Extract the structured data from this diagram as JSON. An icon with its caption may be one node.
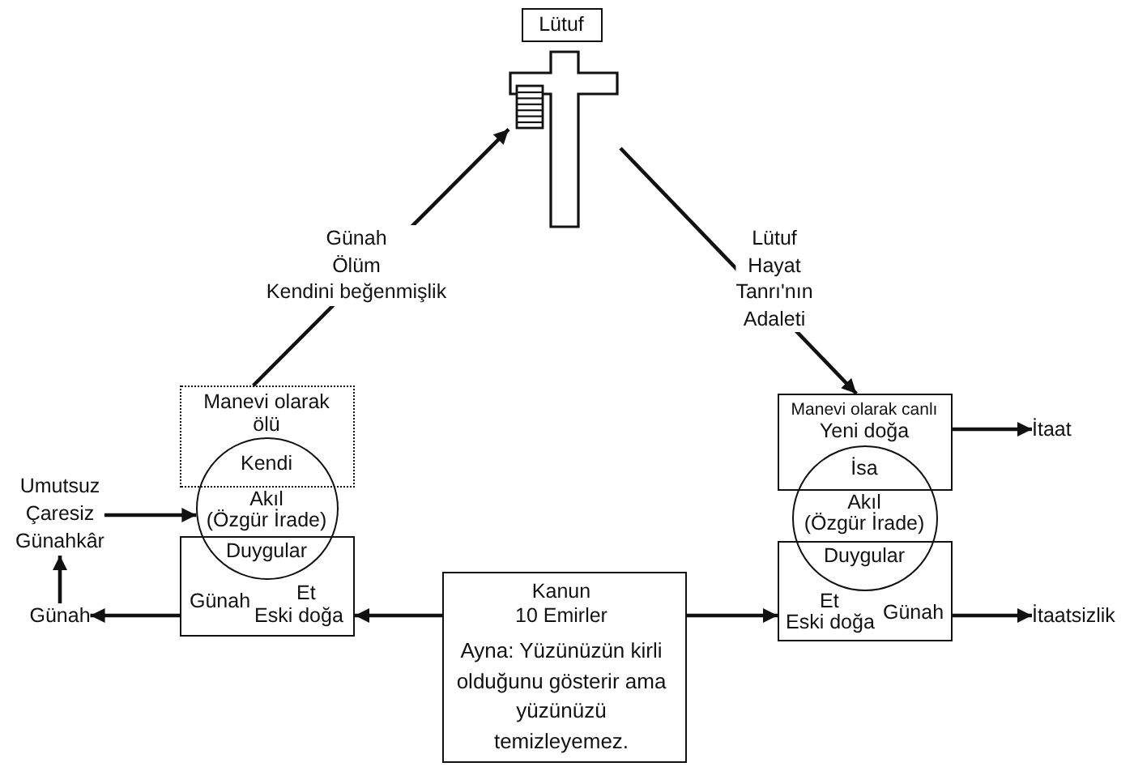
{
  "diagram": {
    "nodes": [
      {
        "text": [
          "Lütuf"
        ]
      },
      {
        "text": [],
        "shape": "cross"
      },
      {
        "text": [
          "Manevi olarak ölü",
          "Kendi"
        ]
      },
      {
        "text": [
          "Akıl (Özgür İrade)"
        ]
      },
      {
        "text": [
          "Duygular",
          "Günah",
          "Et",
          "Eski doğa"
        ]
      },
      {
        "text": [
          "Umutsuz Çaresiz Günahkâr"
        ]
      },
      {
        "text": [
          "Günah"
        ]
      },
      {
        "text": [
          "Manevi olarak canlı",
          "Yeni doğa",
          "İsa"
        ]
      },
      {
        "text": [
          "Akıl (Özgür İrade)"
        ]
      },
      {
        "text": [
          "Duygular",
          "Et",
          "Eski doğa",
          "Günah"
        ]
      },
      {
        "text": [
          "İtaat"
        ]
      },
      {
        "text": [
          "İtaatsizlik"
        ]
      },
      {
        "text": [
          "Kanun 10 Emirler",
          "Ayna: Yüzünüzün kirli olduğunu gösterir ama yüzünüzü temizleyemez."
        ]
      }
    ],
    "edges": [
      {
        "from": 2,
        "to": 1,
        "arrow": "to",
        "label": "Günah Ölüm Kendini beğenmişlik"
      },
      {
        "from": 1,
        "to": 7,
        "arrow": "to",
        "label": "Lütuf Hayat Tanrı'nın Adaleti"
      },
      {
        "from": 5,
        "to": 3,
        "arrow": "to"
      },
      {
        "from": 4,
        "to": 6,
        "arrow": "to"
      },
      {
        "from": 6,
        "to": 5,
        "arrow": "to"
      },
      {
        "from": 7,
        "to": 10,
        "arrow": "to"
      },
      {
        "from": 9,
        "to": 11,
        "arrow": "to"
      },
      {
        "from": 12,
        "to": 4,
        "arrow": "to"
      },
      {
        "from": 12,
        "to": 9,
        "arrow": "to"
      }
    ]
  }
}
